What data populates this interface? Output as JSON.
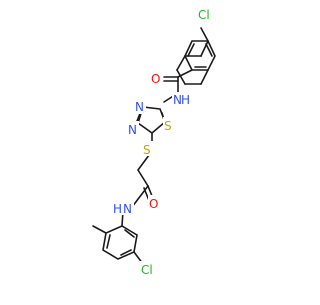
{
  "molecule": {
    "atom_labels": {
      "cl_top": "Cl",
      "o_amide_top": "O",
      "nh_top": "N",
      "h_top": "H",
      "n_ring_a": "N",
      "n_ring_b": "N",
      "s_ring": "S",
      "s_thio": "S",
      "o_amide_bottom": "O",
      "n_bottom": "N",
      "h_bottom": "H",
      "cl_bottom": "Cl"
    },
    "colors": {
      "bond": "#1a1a1a",
      "chlorine": "#1fb91f",
      "oxygen": "#ff0d0d",
      "nitrogen": "#3050f8",
      "sulfur": "#c8a400"
    }
  }
}
